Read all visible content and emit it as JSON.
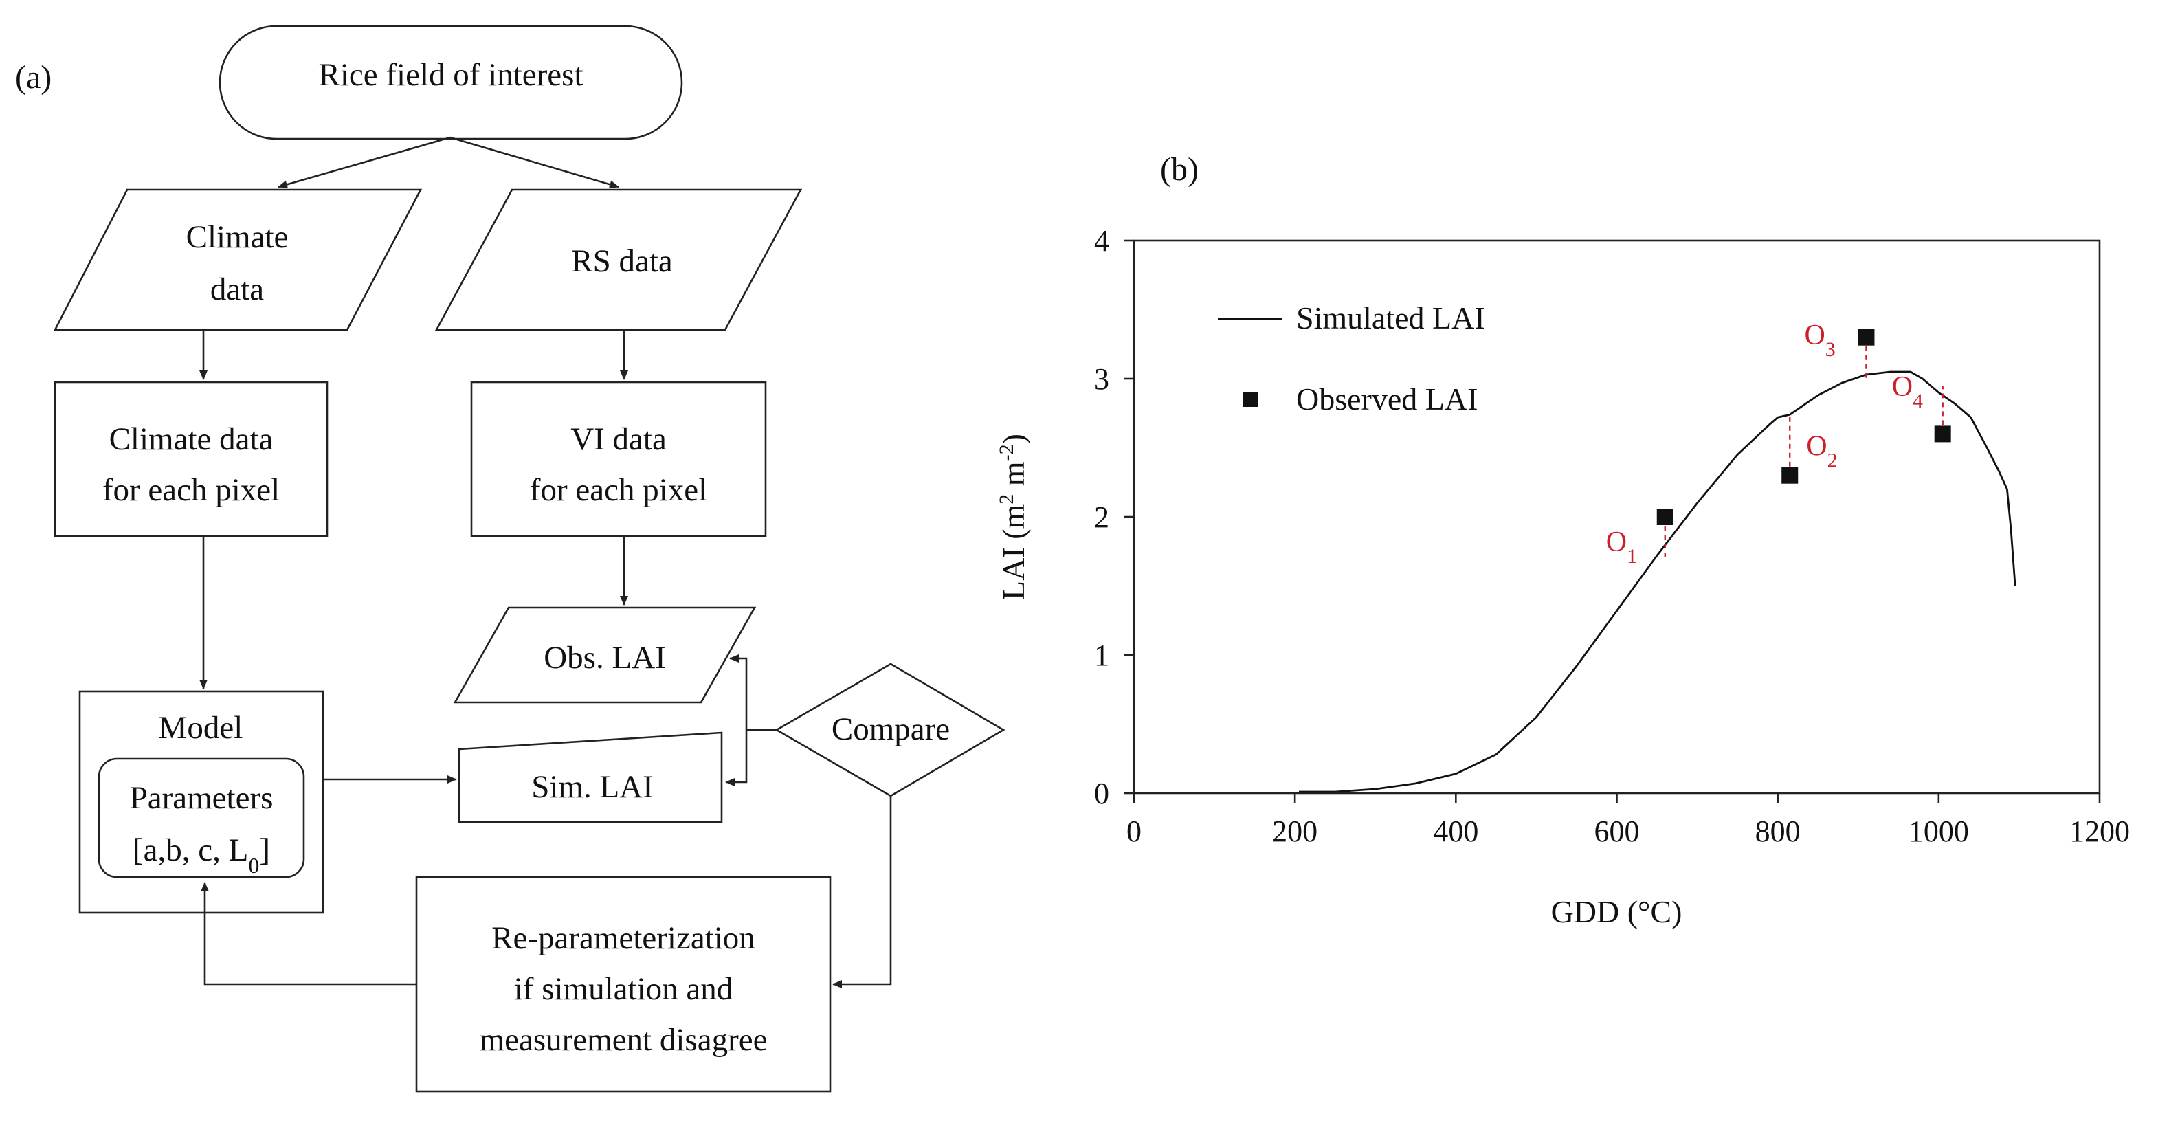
{
  "panel_a": {
    "label": "(a)",
    "nodes": {
      "rice_field": "Rice field  of interest",
      "climate_data": [
        "Climate",
        "data"
      ],
      "rs_data": "RS data",
      "climate_pixel": [
        "Climate  data",
        "for each pixel"
      ],
      "vi_pixel": [
        "VI data",
        "for each pixel"
      ],
      "obs_lai": "Obs. LAI",
      "sim_lai": "Sim. LAI",
      "compare": "Compare",
      "model": "Model",
      "parameters": [
        "Parameters",
        "[a,b, c, L",
        "0",
        "]"
      ],
      "reparam": [
        "Re-parameterization",
        "if simulation  and",
        "measurement  disagree"
      ]
    }
  },
  "panel_b": {
    "label": "(b)",
    "chart_data": {
      "type": "line",
      "xlabel": "GDD (°C)",
      "ylabel": "LAI (m² m⁻²)",
      "xlim": [
        0,
        1200
      ],
      "ylim": [
        0,
        4
      ],
      "xticks": [
        0,
        200,
        400,
        600,
        800,
        1000,
        1200
      ],
      "yticks": [
        0,
        1,
        2,
        3,
        4
      ],
      "legend": {
        "simulated": "Simulated LAI",
        "observed": "Observed LAI",
        "placement": "top-left"
      },
      "series": [
        {
          "name": "Simulated LAI",
          "type": "line",
          "x": [
            205,
            250,
            300,
            350,
            400,
            450,
            500,
            550,
            600,
            650,
            700,
            750,
            790,
            800,
            815,
            830,
            850,
            880,
            910,
            940,
            965,
            980,
            1000,
            1020,
            1040,
            1060,
            1075,
            1085,
            1090,
            1095
          ],
          "y": [
            0.01,
            0.01,
            0.03,
            0.07,
            0.14,
            0.28,
            0.55,
            0.92,
            1.32,
            1.72,
            2.1,
            2.45,
            2.67,
            2.72,
            2.74,
            2.8,
            2.88,
            2.97,
            3.03,
            3.05,
            3.05,
            3.0,
            2.9,
            2.82,
            2.72,
            2.5,
            2.33,
            2.2,
            1.9,
            1.5
          ]
        },
        {
          "name": "Observed LAI",
          "type": "scatter",
          "x": [
            660,
            815,
            910,
            1005
          ],
          "y": [
            2.0,
            2.3,
            3.3,
            2.6
          ]
        }
      ],
      "annotations": [
        {
          "label": "O",
          "sub": "1",
          "x": 660,
          "y_obs": 2.0,
          "y_sim": 1.7
        },
        {
          "label": "O",
          "sub": "2",
          "x": 815,
          "y_obs": 2.3,
          "y_sim": 2.73
        },
        {
          "label": "O",
          "sub": "3",
          "x": 910,
          "y_obs": 3.3,
          "y_sim": 3.0
        },
        {
          "label": "O",
          "sub": "4",
          "x": 1005,
          "y_obs": 2.6,
          "y_sim": 2.95
        }
      ],
      "colors": {
        "line": "#111111",
        "marker": "#111111",
        "residual": "#cc1f2a"
      }
    }
  }
}
